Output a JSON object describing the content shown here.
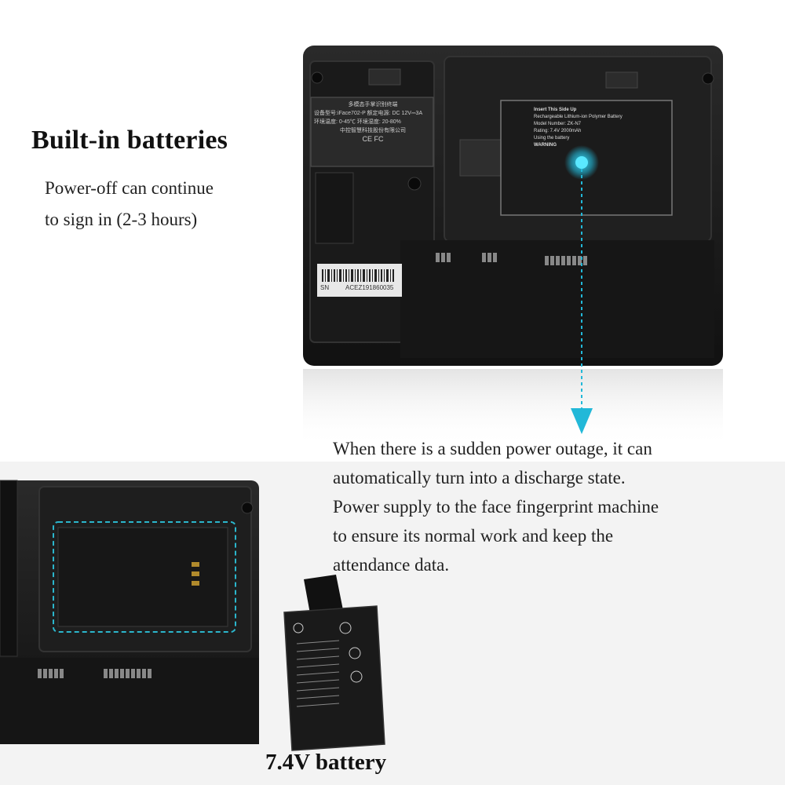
{
  "heading": "Built-in batteries",
  "subheading_lines": [
    "Power-off can continue",
    "to sign in (2-3 hours)"
  ],
  "description_lines": [
    "When there is a sudden power outage, it can",
    "automatically turn into a discharge state.",
    "Power supply to the face fingerprint machine",
    "to ensure its normal work and keep the",
    "attendance data."
  ],
  "battery_label": "7.4V battery",
  "device_label": {
    "line1": "多模态手掌识别终端",
    "line2": "设备型号:iFace702-P   额定电源: DC 12V⎓3A",
    "line3": "环境温度: 0-45℃        环境湿度: 20-80%",
    "line4": "中控智慧科技股份有限公司",
    "certs": "CE FC"
  },
  "serial": {
    "prefix": "SN",
    "number": "ACEZ191860035"
  },
  "battery_sticker": {
    "title": "Insert This Side Up",
    "lines": [
      "Rechargeable Lithium-ion Polymer Battery",
      "Model Number: ZK-N7",
      "Rating: 7.4V 2000mAh",
      "Using the battery",
      "WARNING"
    ]
  },
  "colors": {
    "accent": "#22b8d8",
    "device": "#1c1c1c",
    "bottom_bg": "#f3f3f3"
  }
}
